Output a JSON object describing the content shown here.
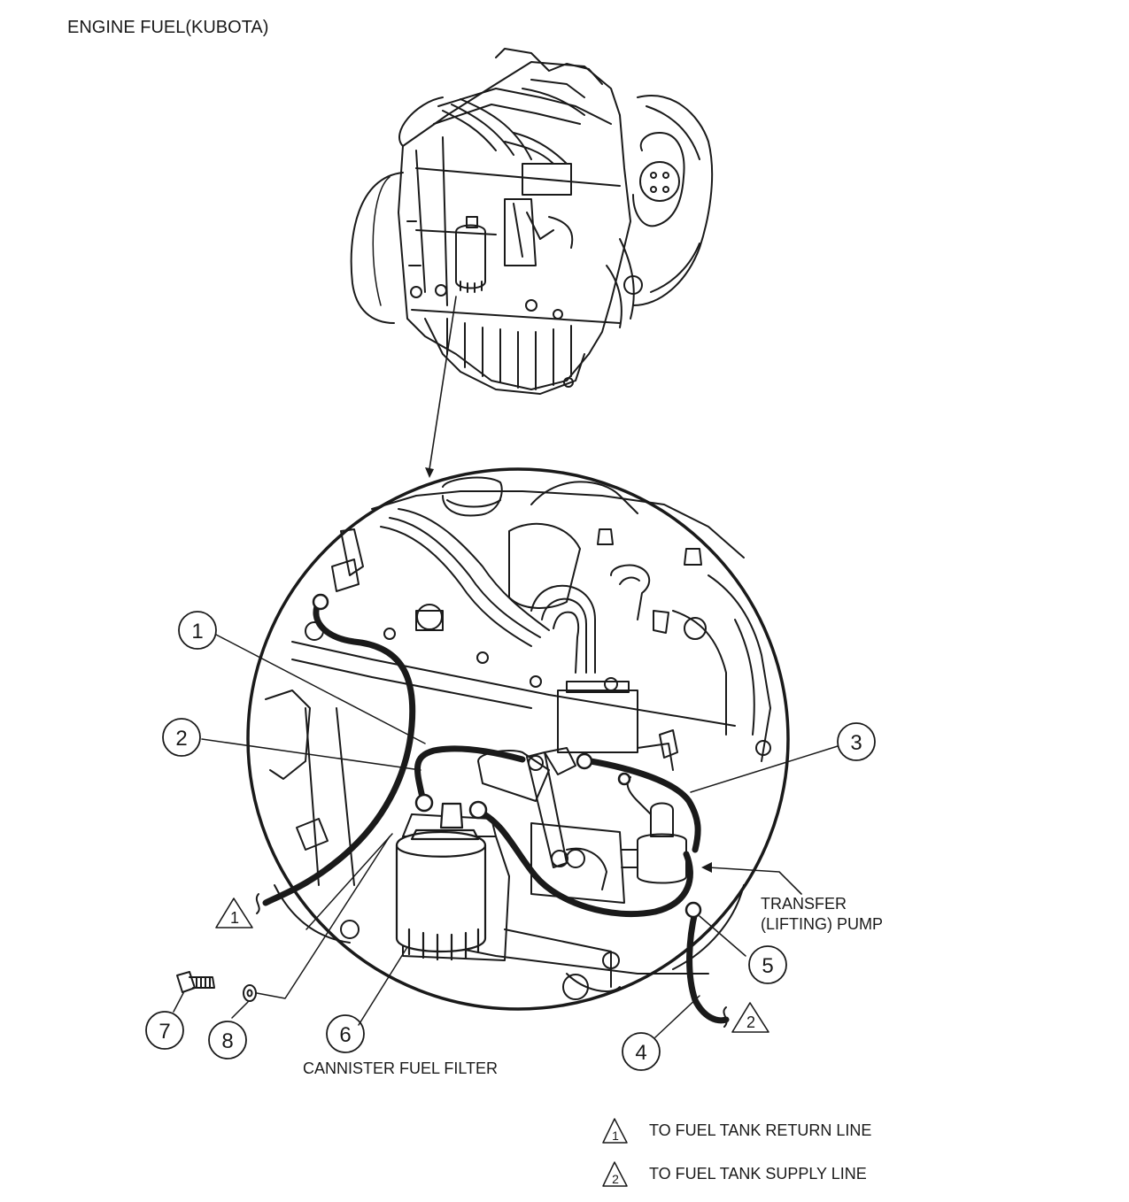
{
  "title": "ENGINE FUEL(KUBOTA)",
  "callouts": [
    {
      "id": "callout-1",
      "text": "1"
    },
    {
      "id": "callout-2",
      "text": "2"
    },
    {
      "id": "callout-3",
      "text": "3"
    },
    {
      "id": "callout-4",
      "text": "4"
    },
    {
      "id": "callout-5",
      "text": "5"
    },
    {
      "id": "callout-6",
      "text": "6"
    },
    {
      "id": "callout-7",
      "text": "7"
    },
    {
      "id": "callout-8",
      "text": "8"
    }
  ],
  "labels": {
    "transfer_pump_line1": "TRANSFER",
    "transfer_pump_line2": "(LIFTING) PUMP",
    "cannister_filter": "CANNISTER FUEL FILTER"
  },
  "flags": {
    "return_flag": "1",
    "supply_flag": "2"
  },
  "legend": [
    {
      "flag": "1",
      "text": "TO FUEL TANK RETURN LINE"
    },
    {
      "flag": "2",
      "text": "TO FUEL TANK SUPPLY LINE"
    }
  ],
  "colors": {
    "ink": "#1a1a1a",
    "background": "#ffffff"
  }
}
